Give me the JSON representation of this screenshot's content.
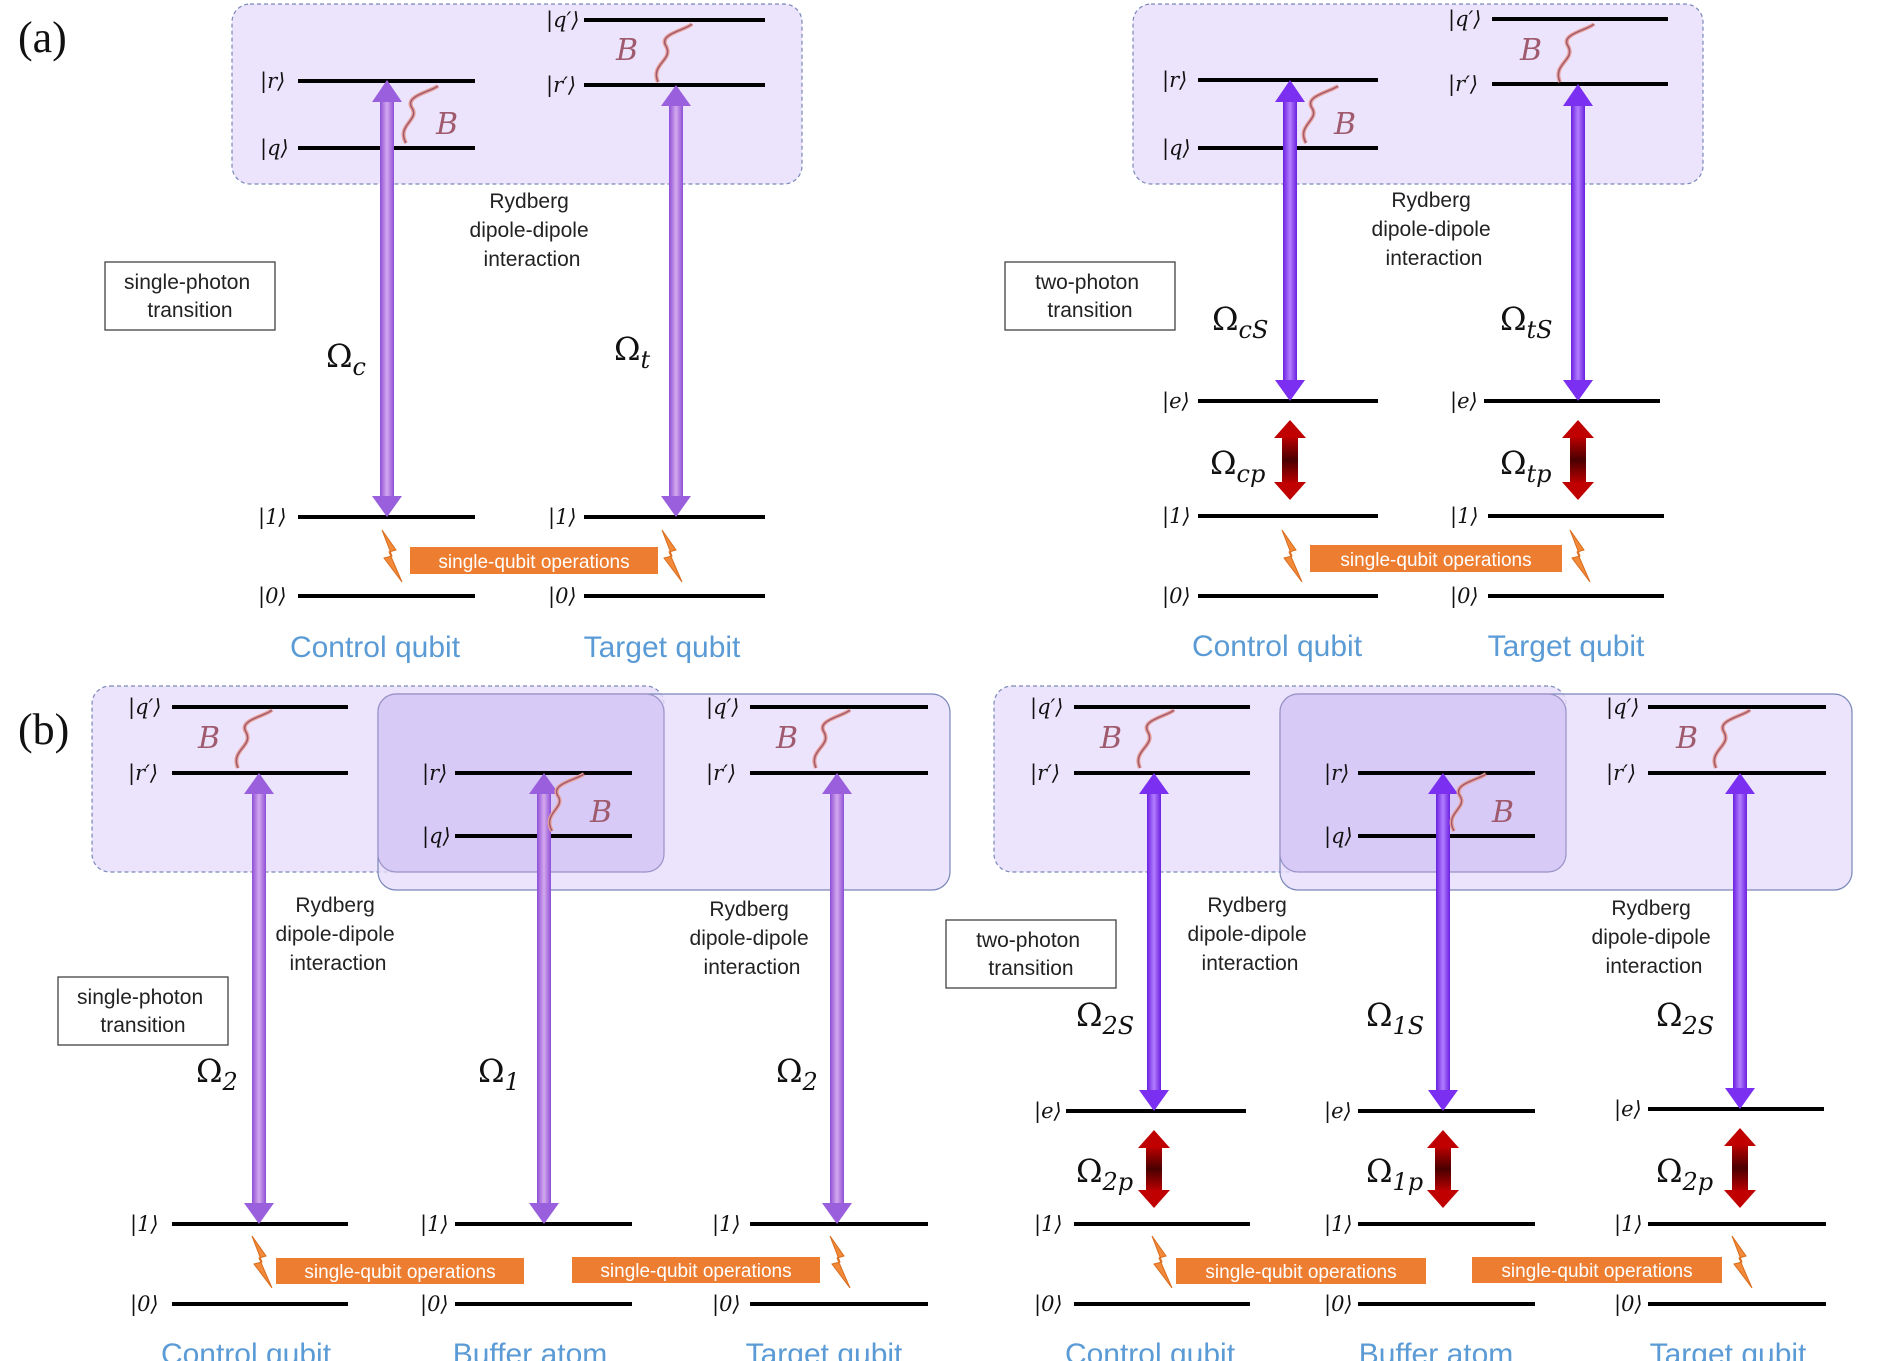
{
  "panels": {
    "a": "(a)",
    "b": "(b)"
  },
  "kets": {
    "q_prime": "|q′⟩",
    "r_prime": "|r′⟩",
    "r": "|r⟩",
    "q": "|q⟩",
    "e": "|e⟩",
    "one": "|1⟩",
    "zero": "|0⟩"
  },
  "text": {
    "rydberg": [
      "Rydberg",
      "dipole-dipole",
      "interaction"
    ],
    "single_photon": [
      "single-photon",
      "transition"
    ],
    "two_photon": [
      "two-photon",
      "transition"
    ],
    "single_qubit_ops": "single-qubit operations",
    "b_field": "B",
    "omega_symbol": "Ω"
  },
  "qubit_labels": {
    "control": "Control qubit",
    "target": "Target qubit",
    "buffer": "Buffer atom"
  },
  "rabi": {
    "a_left": [
      {
        "main": "Ω",
        "sub": "c"
      },
      {
        "main": "Ω",
        "sub": "t"
      }
    ],
    "a_right_s": [
      {
        "main": "Ω",
        "sub": "cS"
      },
      {
        "main": "Ω",
        "sub": "tS"
      }
    ],
    "a_right_p": [
      {
        "main": "Ω",
        "sub": "cp"
      },
      {
        "main": "Ω",
        "sub": "tp"
      }
    ],
    "b_left": [
      {
        "main": "Ω",
        "sub": "2"
      },
      {
        "main": "Ω",
        "sub": "1"
      },
      {
        "main": "Ω",
        "sub": "2"
      }
    ],
    "b_right_s": [
      {
        "main": "Ω",
        "sub": "2S"
      },
      {
        "main": "Ω",
        "sub": "1S"
      },
      {
        "main": "Ω",
        "sub": "2S"
      }
    ],
    "b_right_p": [
      {
        "main": "Ω",
        "sub": "2p"
      },
      {
        "main": "Ω",
        "sub": "1p"
      },
      {
        "main": "Ω",
        "sub": "2p"
      }
    ]
  },
  "colors": {
    "level": "#000000",
    "box_fill": "#e6ddfb",
    "box_inner_fill": "#d3c4f5",
    "single_photon_arrow": "#b57fe0",
    "two_photon_arrow": "#8a3cf5",
    "probe_arrow": "#b00000",
    "ops_fill": "#ed7d31",
    "qubit_label": "#5b9bd5",
    "b_label": "#a05a6e"
  }
}
